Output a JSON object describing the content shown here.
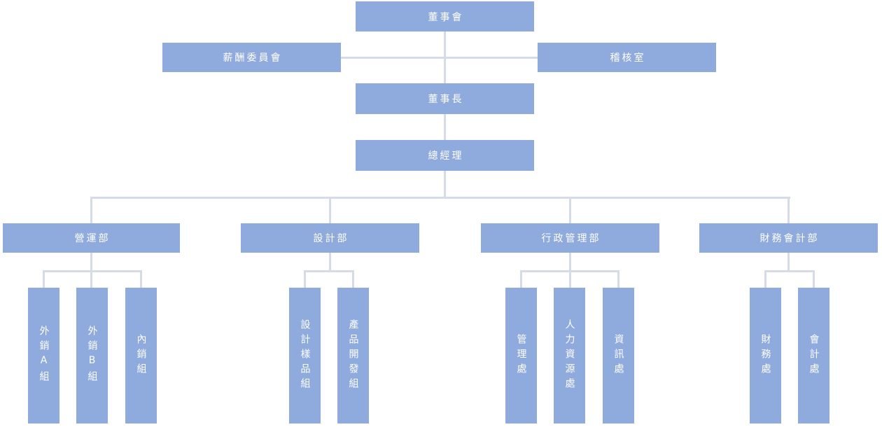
{
  "diagram": {
    "type": "organization-chart",
    "colors": {
      "node_fill": "#8faadc",
      "node_text": "#ffffff",
      "connector": "#d5dbe7",
      "background": "#ffffff"
    },
    "nodes": {
      "board": "董事會",
      "compensation_committee": "薪酬委員會",
      "audit_office": "稽核室",
      "chairman": "董事長",
      "general_manager": "總經理",
      "operations_dept": "營運部",
      "design_dept": "設計部",
      "admin_mgmt_dept": "行政管理部",
      "finance_accounting_dept": "財務會計部",
      "export_team_a": "外銷A組",
      "export_team_b": "外銷B組",
      "domestic_sales_team": "內銷組",
      "design_sample_team": "設計樣品組",
      "product_dev_team": "產品開發組",
      "management_office": "管理處",
      "hr_office": "人力資源處",
      "info_office": "資訊處",
      "finance_office": "財務處",
      "accounting_office": "會計處"
    },
    "structure": {
      "board": [
        "compensation_committee",
        "audit_office",
        "chairman"
      ],
      "chairman": [
        "general_manager"
      ],
      "general_manager": [
        "operations_dept",
        "design_dept",
        "admin_mgmt_dept",
        "finance_accounting_dept"
      ],
      "operations_dept": [
        "export_team_a",
        "export_team_b",
        "domestic_sales_team"
      ],
      "design_dept": [
        "design_sample_team",
        "product_dev_team"
      ],
      "admin_mgmt_dept": [
        "management_office",
        "hr_office",
        "info_office"
      ],
      "finance_accounting_dept": [
        "finance_office",
        "accounting_office"
      ]
    }
  }
}
